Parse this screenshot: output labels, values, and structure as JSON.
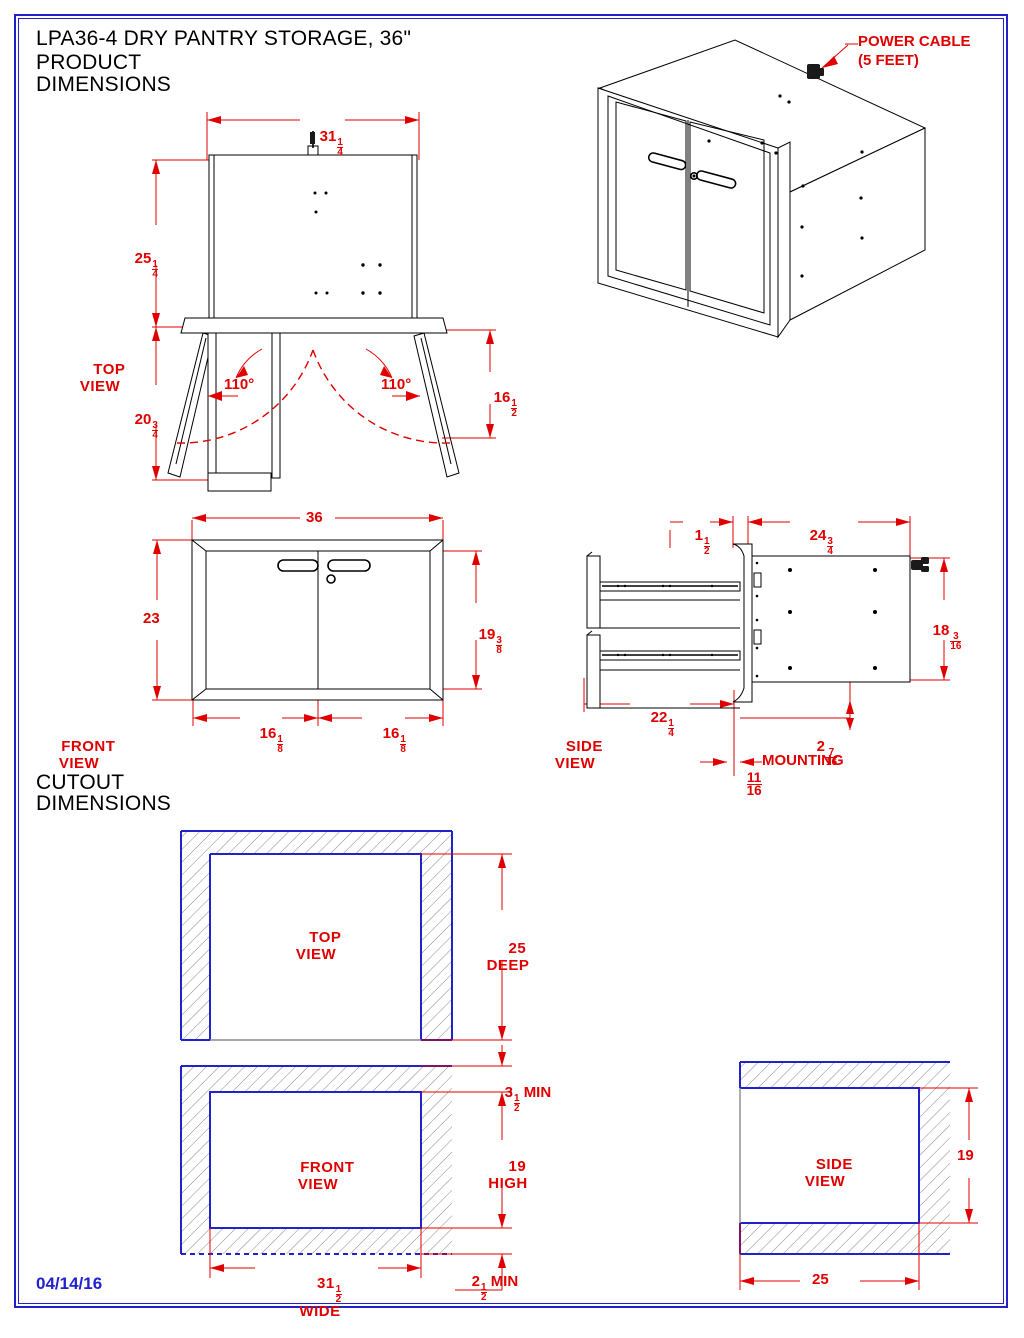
{
  "sheet": {
    "title": "LPA36-4 DRY PANTRY STORAGE, 36\"",
    "subtitle_line1": "PRODUCT",
    "subtitle_line2": "DIMENSIONS",
    "cutout_heading_line1": "CUTOUT",
    "cutout_heading_line2": "DIMENSIONS",
    "date": "04/14/16",
    "border_color": "#2222CC",
    "dimension_color": "#E00000",
    "line_color": "#000000",
    "hatch_color": "#888888"
  },
  "product": {
    "top_view": {
      "label_line1": "TOP",
      "label_line2": "VIEW",
      "dims": {
        "width": "31 1/4",
        "width_whole": "31",
        "width_num": "1",
        "width_den": "4",
        "body_depth_whole": "25",
        "body_depth_num": "1",
        "body_depth_den": "4",
        "door_swing_depth_whole": "20",
        "door_swing_depth_num": "3",
        "door_swing_den": "4",
        "door_open_whole": "16",
        "door_open_num": "1",
        "door_open_den": "2",
        "angle_left": "110°",
        "angle_right": "110°"
      }
    },
    "front_view": {
      "label_line1": "FRONT",
      "label_line2": "VIEW",
      "dims": {
        "overall_width": "36",
        "overall_height": "23",
        "opening_height_whole": "19",
        "opening_height_num": "3",
        "opening_height_den": "8",
        "door_width_left_whole": "16",
        "door_width_left_num": "1",
        "door_width_left_den": "8",
        "door_width_right_whole": "16",
        "door_width_right_num": "1",
        "door_width_right_den": "8"
      }
    },
    "side_view": {
      "label_line1": "SIDE",
      "label_line2": "VIEW",
      "dims": {
        "flange_whole": "1",
        "flange_num": "1",
        "flange_den": "2",
        "depth_whole": "24",
        "depth_num": "3",
        "depth_den": "4",
        "height_whole": "18",
        "height_num": "3",
        "height_den": "16",
        "slide_extension_whole": "22",
        "slide_extension_num": "1",
        "slide_extension_den": "4",
        "offset_whole": "2",
        "offset_num": "7",
        "offset_den": "16",
        "mounting_whole": "",
        "mounting_num": "11",
        "mounting_den": "16",
        "mounting_label": "MOUNTING"
      }
    },
    "iso_view": {
      "callout_line1": "POWER CABLE",
      "callout_line2": "(5 FEET)"
    }
  },
  "cutout": {
    "top_view": {
      "label_line1": "TOP",
      "label_line2": "VIEW",
      "depth_value": "25",
      "depth_word": "DEEP"
    },
    "front_view": {
      "label_line1": "FRONT",
      "label_line2": "VIEW",
      "clearance_top_whole": "3",
      "clearance_top_num": "1",
      "clearance_top_den": "2",
      "clearance_top_word": "MIN",
      "height_value": "19",
      "height_word": "HIGH",
      "clearance_bottom_whole": "2",
      "clearance_bottom_num": "1",
      "clearance_bottom_den": "2",
      "clearance_bottom_word": "MIN",
      "width_whole": "31",
      "width_num": "1",
      "width_den": "2",
      "width_word": "WIDE"
    },
    "side_view": {
      "label_line1": "SIDE",
      "label_line2": "VIEW",
      "height_value": "19",
      "depth_value": "25"
    }
  }
}
